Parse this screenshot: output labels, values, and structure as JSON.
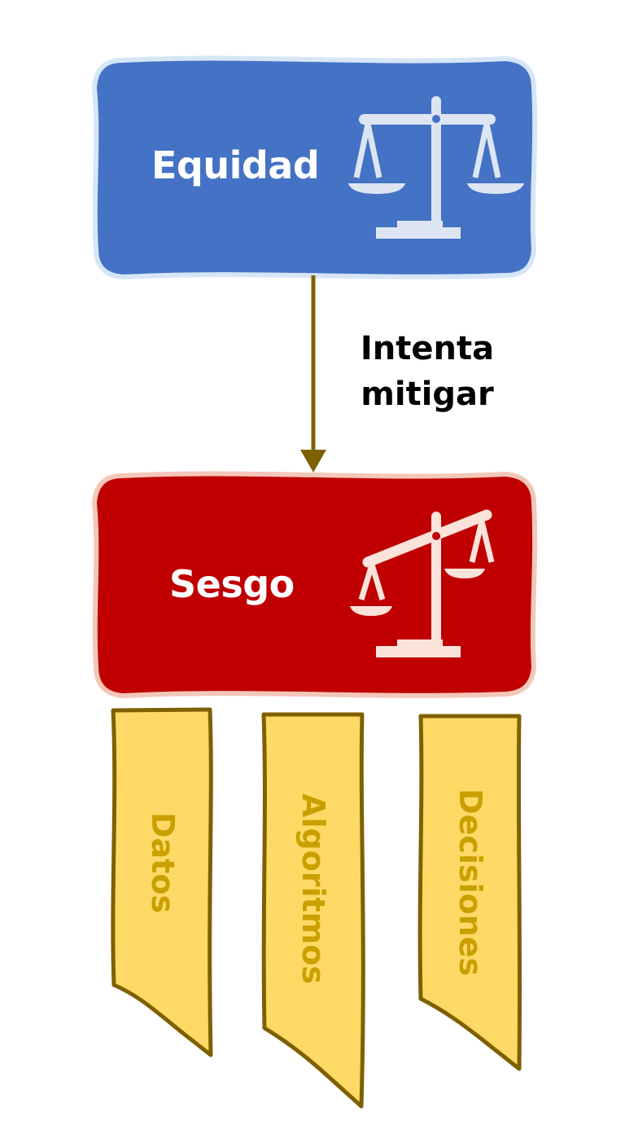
{
  "diagram": {
    "nodes": {
      "equidad": {
        "label": "Equidad",
        "fill": "#4472C4",
        "border": "#D6E6F7",
        "icon": "balanced-scale-icon",
        "icon_color": "#DDE5F2"
      },
      "sesgo": {
        "label": "Sesgo",
        "fill": "#C00000",
        "border": "#F4C7B8",
        "icon": "tilted-scale-icon",
        "icon_color": "#FBE3DA"
      }
    },
    "edge": {
      "from": "equidad",
      "to": "sesgo",
      "label_line1": "Intenta",
      "label_line2": "mitigar",
      "color": "#7F6000"
    },
    "banners": [
      {
        "label": "Datos",
        "fill": "#FFD966",
        "stroke": "#7F6000",
        "text_color": "#C9A000"
      },
      {
        "label": "Algoritmos",
        "fill": "#FFD966",
        "stroke": "#7F6000",
        "text_color": "#C9A000"
      },
      {
        "label": "Decisiones",
        "fill": "#FFD966",
        "stroke": "#7F6000",
        "text_color": "#C9A000"
      }
    ]
  }
}
